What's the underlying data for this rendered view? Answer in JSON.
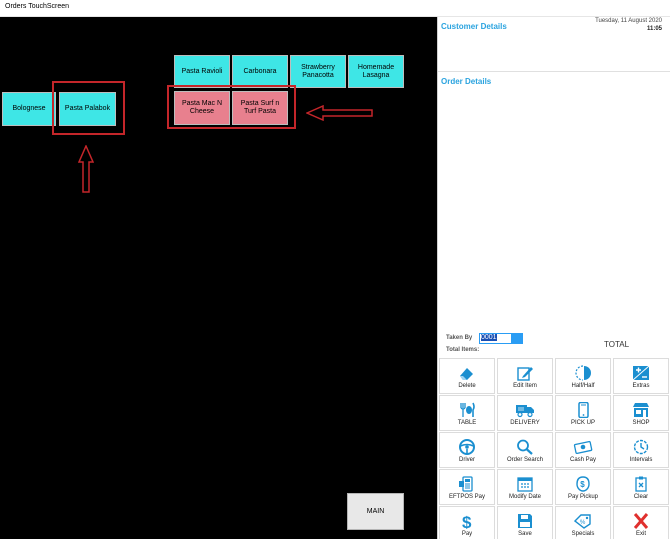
{
  "window": {
    "title": "Orders TouchScreen"
  },
  "menu": {
    "top_items": [
      "Pasta Ravioli",
      "Carbonara",
      "Strawberry\nPanacotta",
      "Homemade\nLasagna"
    ],
    "highlighted_items": [
      "Pasta Mac N\nCheese",
      "Pasta Surf n\nTurf Pasta"
    ],
    "left_items": [
      "Bolognese",
      "Pasta Palabok"
    ],
    "main_button": "MAIN"
  },
  "panel": {
    "date": "Tuesday, 11 August 2020",
    "time": "11:05",
    "customer_details": "Customer Details",
    "order_details": "Order Details",
    "taken_by_label": "Taken By",
    "taken_by_value": "0001",
    "total_items_label": "Total Items:",
    "total_label": "TOTAL"
  },
  "actions": [
    {
      "label": "Delete",
      "icon": "eraser-icon"
    },
    {
      "label": "Edit Item",
      "icon": "edit-icon"
    },
    {
      "label": "Half/Half",
      "icon": "half-circle-icon"
    },
    {
      "label": "Extras",
      "icon": "plus-minus-icon"
    },
    {
      "label": "TABLE",
      "icon": "cutlery-icon"
    },
    {
      "label": "DELIVERY",
      "icon": "truck-icon"
    },
    {
      "label": "PICK UP",
      "icon": "phone-icon"
    },
    {
      "label": "SHOP",
      "icon": "store-icon"
    },
    {
      "label": "Driver",
      "icon": "steering-wheel-icon"
    },
    {
      "label": "Order Search",
      "icon": "search-icon"
    },
    {
      "label": "Cash Pay",
      "icon": "cash-icon"
    },
    {
      "label": "Intervals",
      "icon": "clock-icon"
    },
    {
      "label": "EFTPOS Pay",
      "icon": "card-terminal-icon"
    },
    {
      "label": "Modify Date",
      "icon": "calendar-icon"
    },
    {
      "label": "Pay Pickup",
      "icon": "pay-pickup-icon"
    },
    {
      "label": "Clear",
      "icon": "clipboard-clear-icon"
    },
    {
      "label": "Pay",
      "icon": "dollar-icon"
    },
    {
      "label": "Save",
      "icon": "save-icon"
    },
    {
      "label": "Specials",
      "icon": "tag-icon"
    },
    {
      "label": "Exit",
      "icon": "exit-icon"
    }
  ],
  "colors": {
    "accent": "#2aa3df",
    "tile_cyan": "#3ee6e6",
    "tile_pink": "#e8808e",
    "annotation_red": "#c4262a"
  }
}
